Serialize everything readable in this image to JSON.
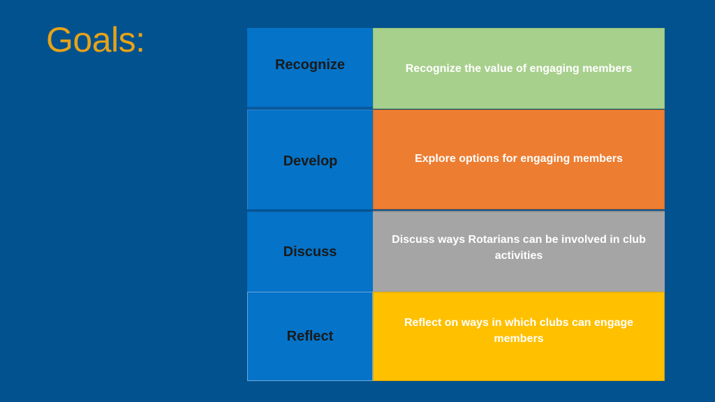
{
  "slide": {
    "title": "Goals:",
    "rows": [
      {
        "label": "Recognize",
        "description": "Recognize the value of engaging members",
        "color": "#a8d08d"
      },
      {
        "label": "Develop",
        "description": "Explore options for engaging members",
        "color": "#ed7d31"
      },
      {
        "label": "Discuss",
        "description": "Discuss ways Rotarians can be involved in club activities",
        "color": "#a5a5a5"
      },
      {
        "label": "Reflect",
        "description": "Reflect on ways in which clubs can engage members",
        "color": "#ffc000"
      }
    ],
    "colors": {
      "background": "#02528f",
      "label_cell": "#0473c8",
      "title": "#e8a317"
    }
  }
}
